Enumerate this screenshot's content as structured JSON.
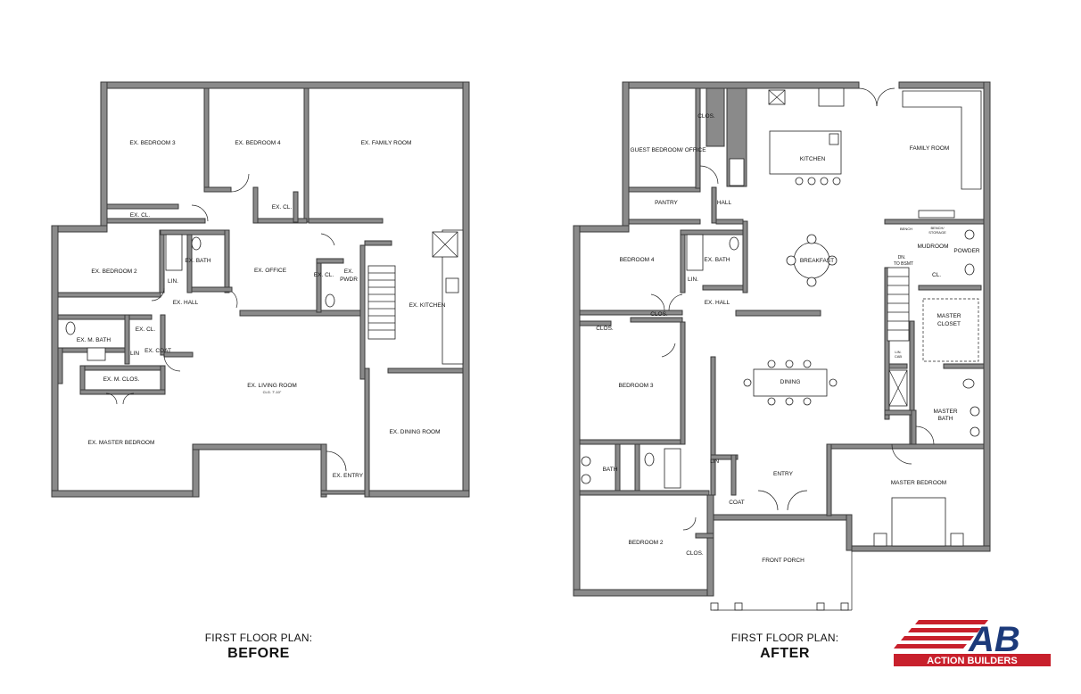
{
  "before": {
    "caption_line1": "FIRST FLOOR PLAN:",
    "caption_line2": "BEFORE",
    "rooms": {
      "bedroom3": "EX. BEDROOM 3",
      "bedroom4": "EX. BEDROOM 4",
      "family_room": "EX. FAMILY ROOM",
      "cl_a": "EX. CL.",
      "cl_b": "EX. CL.",
      "bedroom2": "EX. BEDROOM 2",
      "bath": "EX. BATH",
      "office": "EX. OFFICE",
      "cl_c": "EX. CL.",
      "pwdr_1": "EX.",
      "pwdr_2": "PWDR",
      "kitchen": "EX. KITCHEN",
      "hall": "EX. HALL",
      "lin": "LIN.",
      "m_bath": "EX. M. BATH",
      "cl_d": "EX. CL.",
      "lin_2": "LIN",
      "coat": "EX. COAT",
      "m_clos": "EX. M. CLOS.",
      "living_room": "EX. LIVING ROOM",
      "living_clg": "CLG. 7'-10\"",
      "master_bedroom": "EX. MASTER BEDROOM",
      "dining_room": "EX. DINING ROOM",
      "entry": "EX. ENTRY"
    }
  },
  "after": {
    "caption_line1": "FIRST FLOOR PLAN:",
    "caption_line2": "AFTER",
    "rooms": {
      "clos_top": "CLOS.",
      "guest_bedroom": "GUEST BEDROOM/ OFFICE",
      "kitchen": "KITCHEN",
      "family_room": "FAMILY ROOM",
      "pantry": "PANTRY",
      "hall_top": "HALL",
      "bedroom4": "BEDROOM 4",
      "bath_top": "EX. BATH",
      "lin_top": "LIN.",
      "breakfast": "BREAKFAST",
      "bench_1": "BENCH",
      "bench_2": "BENCH/",
      "bench_3": "STORAGE",
      "mudroom": "MUDROOM",
      "powder": "POWDER",
      "dn_1": "DN.",
      "dn_2": "TO BSMT",
      "cl": "CL.",
      "clos_mid": "CLOS.",
      "ex_hall": "EX. HALL",
      "master_closet_1": "MASTER",
      "master_closet_2": "CLOSET",
      "clos_left": "CLOS.",
      "bedroom3": "BEDROOM 3",
      "dining": "DINING",
      "lin_cab_1": "LIN.",
      "lin_cab_2": "CAB",
      "master_bath_1": "MASTER",
      "master_bath_2": "BATH",
      "bath_low": "BATH",
      "lin_low": "LIN",
      "entry": "ENTRY",
      "master_bedroom": "MASTER BEDROOM",
      "coat": "COAT",
      "bedroom2": "BEDROOM 2",
      "clos_low": "CLOS.",
      "front_porch": "FRONT PORCH"
    }
  },
  "logo": {
    "mark": "AB",
    "name": "ACTION BUILDERS",
    "colors": {
      "red": "#c8202c",
      "navy": "#1c3a7a"
    }
  },
  "icons": [
    "stove-icon",
    "sink-icon",
    "toilet-icon",
    "bathtub-icon",
    "door-swing-icon",
    "stairs-icon",
    "bed-icon",
    "dining-table-icon",
    "sofa-icon"
  ]
}
